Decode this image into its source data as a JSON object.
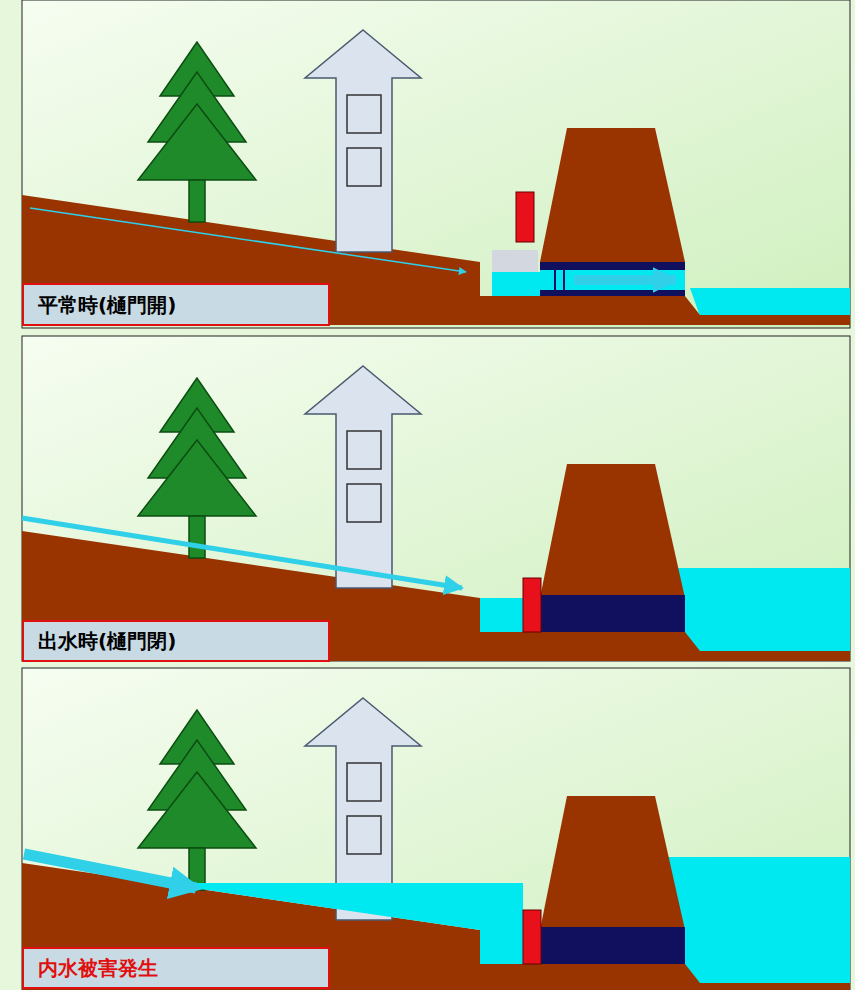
{
  "diagram": {
    "nodes": [
      {
        "text": [
          "平常時(樋門開)"
        ]
      },
      {
        "text": [
          "出水時(樋門閉)"
        ]
      },
      {
        "text": [
          "内水被害発生"
        ]
      }
    ]
  }
}
